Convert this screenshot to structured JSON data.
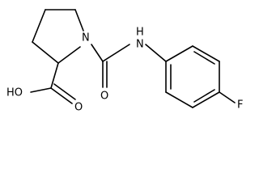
{
  "molecule": {
    "atoms": {
      "nitrogen": "N",
      "amide_nh": "H",
      "amide_n": "N",
      "carbonyl_oxygen": "O",
      "acid_oxygen": "O",
      "hydroxyl": "HO",
      "fluorine": "F"
    }
  }
}
